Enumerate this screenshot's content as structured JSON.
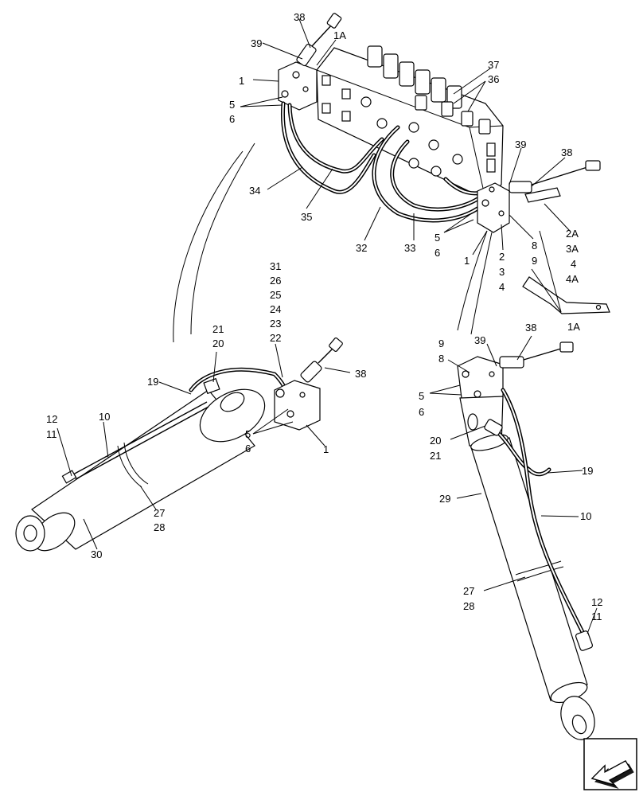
{
  "callouts": {
    "valve_38": "38",
    "valve_1A": "1A",
    "valve_39": "39",
    "valve_1": "1",
    "valve_5": "5",
    "valve_6": "6",
    "valve_37": "37",
    "valve_36": "36",
    "valve_34": "34",
    "valve_35": "35",
    "valve_32": "32",
    "valve_33": "33",
    "right_block_39": "39",
    "right_block_38": "38",
    "right_block_5": "5",
    "right_block_6": "6",
    "right_block_1": "1",
    "right_block_2": "2",
    "right_block_3": "3",
    "right_block_4": "4",
    "right_block_8": "8",
    "right_block_9": "9",
    "bracket_2A": "2A",
    "bracket_3A": "3A",
    "bracket_4": "4",
    "bracket_4A": "4A",
    "bracket_1A": "1A",
    "lc_31": "31",
    "lc_26": "26",
    "lc_25": "25",
    "lc_24": "24",
    "lc_23": "23",
    "lc_22": "22",
    "lc_21": "21",
    "lc_20": "20",
    "lc_19": "19",
    "lc_38": "38",
    "lc_12": "12",
    "lc_11": "11",
    "lc_10": "10",
    "lc_5": "5",
    "lc_6": "6",
    "lc_1": "1",
    "lc_27": "27",
    "lc_28": "28",
    "lc_30": "30",
    "rc_38": "38",
    "rc_9": "9",
    "rc_8": "8",
    "rc_39": "39",
    "rc_5": "5",
    "rc_6": "6",
    "rc_20": "20",
    "rc_21": "21",
    "rc_19": "19",
    "rc_29": "29",
    "rc_10": "10",
    "rc_27": "27",
    "rc_28": "28",
    "rc_12": "12",
    "rc_11": "11"
  },
  "icons": {
    "corner": "arrow-back-icon"
  }
}
